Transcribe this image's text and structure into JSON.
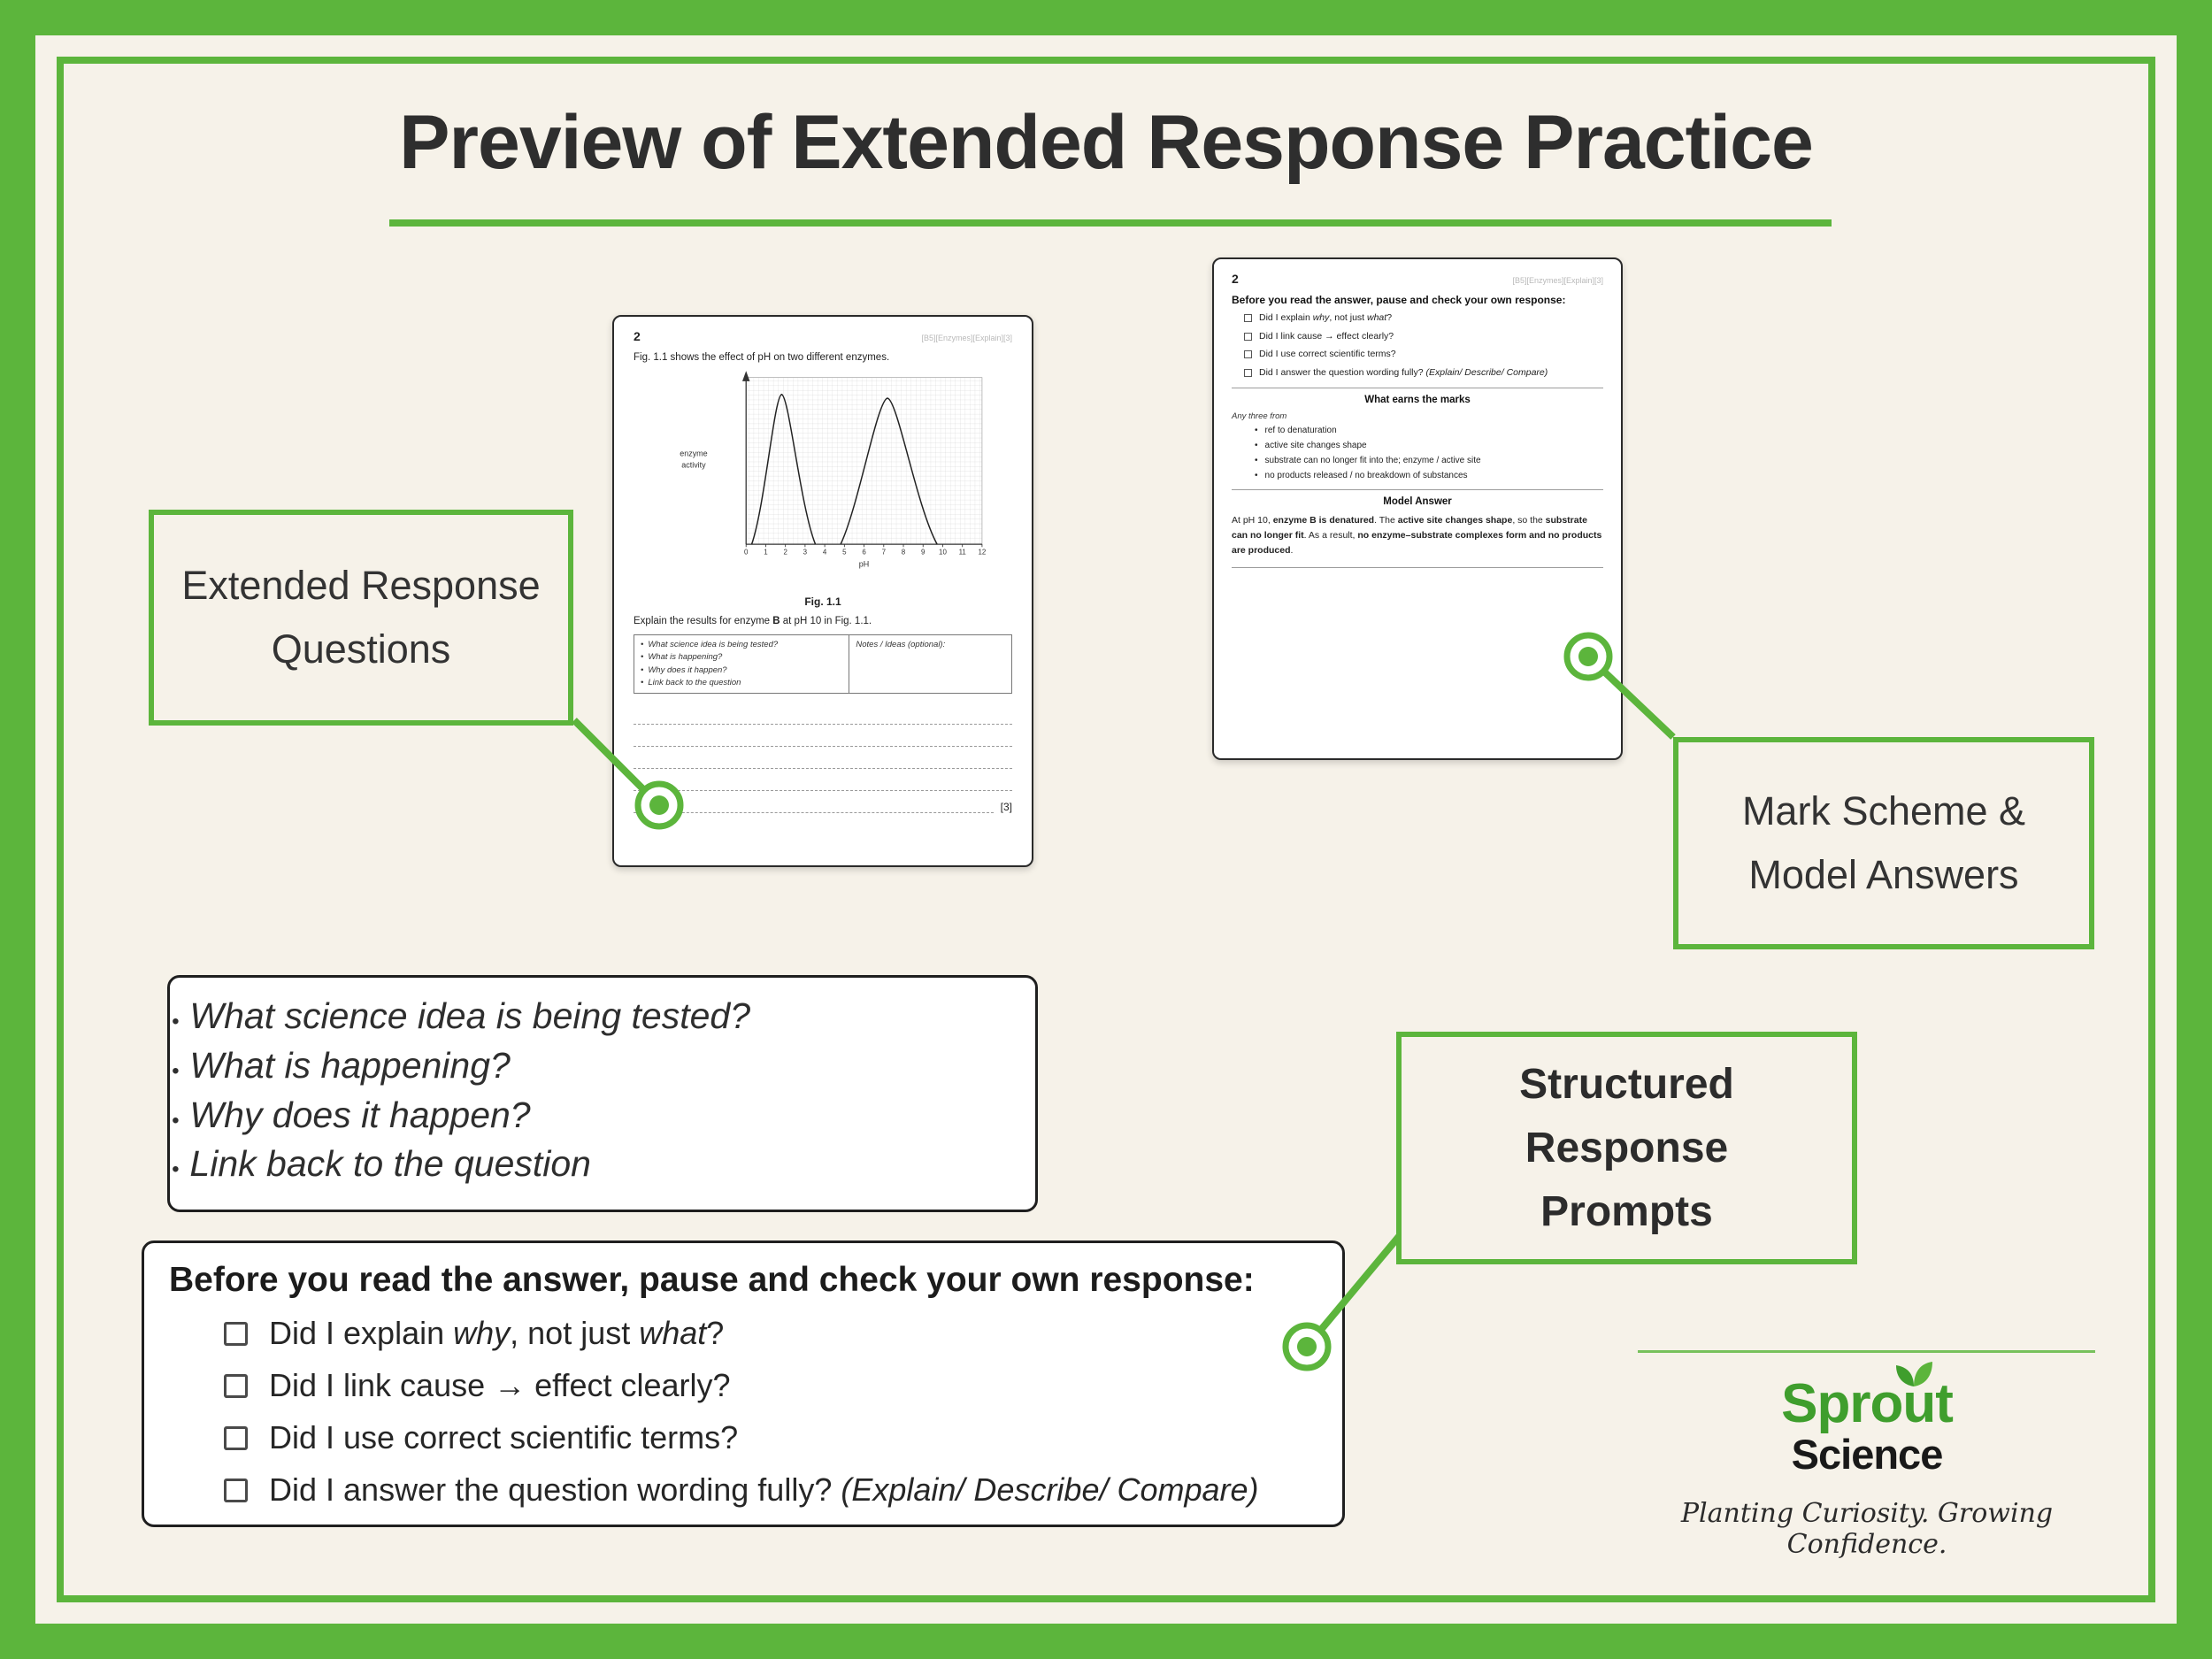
{
  "title": "Preview of Extended Response Practice",
  "colors": {
    "accent_green": "#5cb53c",
    "logo_green": "#3f9e2d",
    "dark_text": "#2e2e2e",
    "background_cream": "#f6f2e9"
  },
  "callouts": {
    "extended_response": {
      "line1": "Extended Response",
      "line2": "Questions"
    },
    "mark_scheme": {
      "line1": "Mark Scheme &",
      "line2": "Model Answers"
    },
    "structured": {
      "line1": "Structured",
      "line2": "Response",
      "line3": "Prompts"
    }
  },
  "question_page": {
    "page_number": "2",
    "tag": "[B5][Enzymes][Explain][3]",
    "intro": "Fig. 1.1 shows the effect of pH on two different enzymes.",
    "graph": {
      "y_label_1": "enzyme",
      "y_label_2": "activity",
      "x_label": "pH",
      "x_ticks": [
        "0",
        "1",
        "2",
        "3",
        "4",
        "5",
        "6",
        "7",
        "8",
        "9",
        "10",
        "11",
        "12"
      ],
      "caption": "Fig. 1.1"
    },
    "question": {
      "a": "Explain the results for enzyme ",
      "b": "B",
      "c": " at pH 10 in Fig. 1.1."
    },
    "notes_label": "Notes / Ideas (optional):",
    "marks": "[3]"
  },
  "prompts": [
    "What science idea is being tested?",
    "What is happening?",
    "Why does it happen?",
    "Link back to the question"
  ],
  "checklist": {
    "title": "Before you read the answer, pause and check your own response:",
    "item1": {
      "a": "Did I explain ",
      "b": "why",
      "c": ", not just ",
      "d": "what",
      "e": "?"
    },
    "item2": "Did I link cause → effect clearly?",
    "item3": "Did I use correct scientific terms?",
    "item4": {
      "a": "Did I answer the question wording fully? ",
      "b": "(Explain/ Describe/ Compare)"
    }
  },
  "answer_page": {
    "page_number": "2",
    "tag": "[B5][Enzymes][Explain][3]",
    "marks_section": {
      "title": "What earns the marks",
      "intro": "Any three from",
      "points": [
        "ref to denaturation",
        "active site changes shape",
        "substrate can no longer fit into the; enzyme / active site",
        "no products released / no breakdown of substances"
      ]
    },
    "model": {
      "title": "Model Answer",
      "a": "At pH 10, ",
      "b": "enzyme B is denatured",
      "c": ". The ",
      "d": "active site changes shape",
      "e": ", so the ",
      "f": "substrate can no longer fit",
      "g": ". As a result, ",
      "h": "no enzyme–substrate complexes form and no products are produced",
      "i": "."
    }
  },
  "brand": {
    "name_top": "Sprout",
    "name_bottom": "Science",
    "tagline": "Planting Curiosity. Growing Confidence."
  }
}
